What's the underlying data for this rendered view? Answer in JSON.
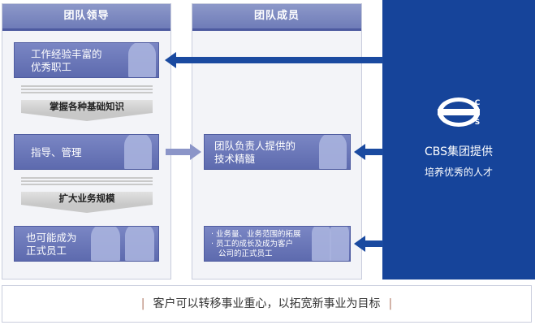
{
  "columns": {
    "leader_title": "团队领导",
    "member_title": "团队成员"
  },
  "leader_boxes": {
    "box1_line1": "工作经验丰富的",
    "box1_line2": "优秀职工",
    "box2": "指导、管理",
    "box3_line1": "也可能成为",
    "box3_line2": "正式员工"
  },
  "steps": {
    "step1": "掌握各种基础知识",
    "step2": "扩大业务规模"
  },
  "member_boxes": {
    "box1_line1": "团队负责人提供的",
    "box1_line2": "技术精髓",
    "box2_line1": "· 业务量、业务范围的拓展",
    "box2_line2": "· 员工的成长及成为客户",
    "box2_line3": "公司的正式员工"
  },
  "provider": {
    "logo_text": "CBS",
    "title": "CBS集团提供",
    "subtitle": "培养优秀的人才"
  },
  "bottom": {
    "text": "客户可以转移事业重心，以拓宽新事业为目标",
    "bar": "|"
  },
  "colors": {
    "panel_blue": "#16449a",
    "box_blue": "#6b78bb",
    "header_blue": "#7e8ac2"
  }
}
